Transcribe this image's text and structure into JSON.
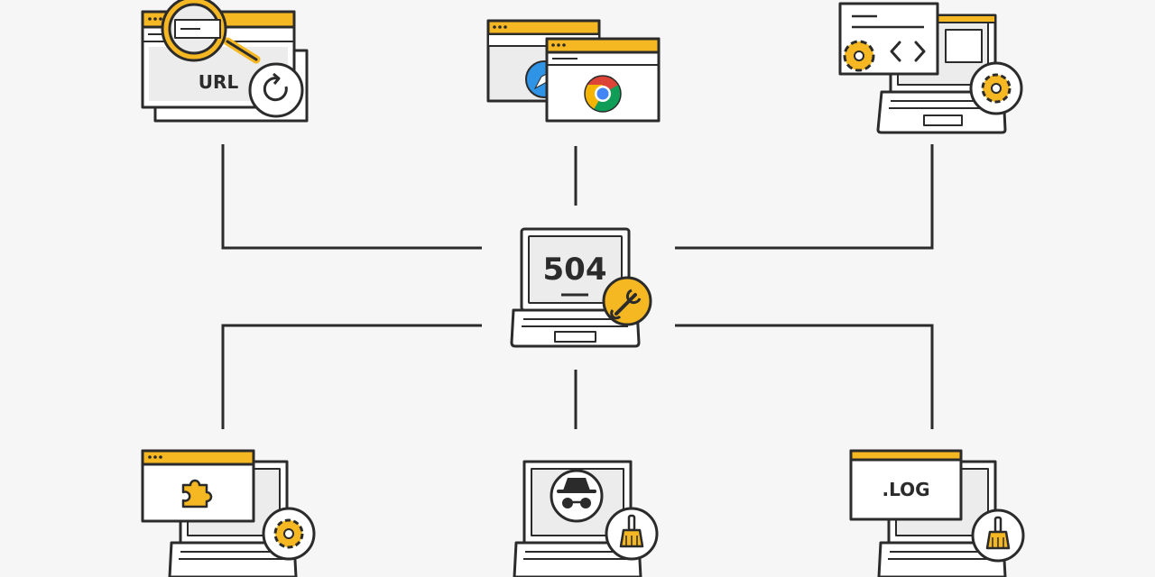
{
  "colors": {
    "background": "#f6f6f6",
    "stroke": "#2b2b2b",
    "accent": "#f6b822",
    "screen": "#ececec",
    "white": "#ffffff"
  },
  "center": {
    "label": "504",
    "icon": "wrench-icon"
  },
  "nodes": [
    {
      "id": "url-refresh",
      "label": "URL",
      "icons": [
        "magnifier-icon",
        "refresh-icon"
      ]
    },
    {
      "id": "browsers",
      "label": "",
      "icons": [
        "safari-icon",
        "chrome-icon"
      ]
    },
    {
      "id": "dev-settings",
      "label": "",
      "icons": [
        "code-icon",
        "gear-icon"
      ]
    },
    {
      "id": "extensions",
      "label": "",
      "icons": [
        "puzzle-icon",
        "gear-icon"
      ]
    },
    {
      "id": "incognito",
      "label": "",
      "icons": [
        "incognito-icon",
        "broom-icon"
      ]
    },
    {
      "id": "log-files",
      "label": ".LOG",
      "icons": [
        "broom-icon"
      ]
    }
  ]
}
